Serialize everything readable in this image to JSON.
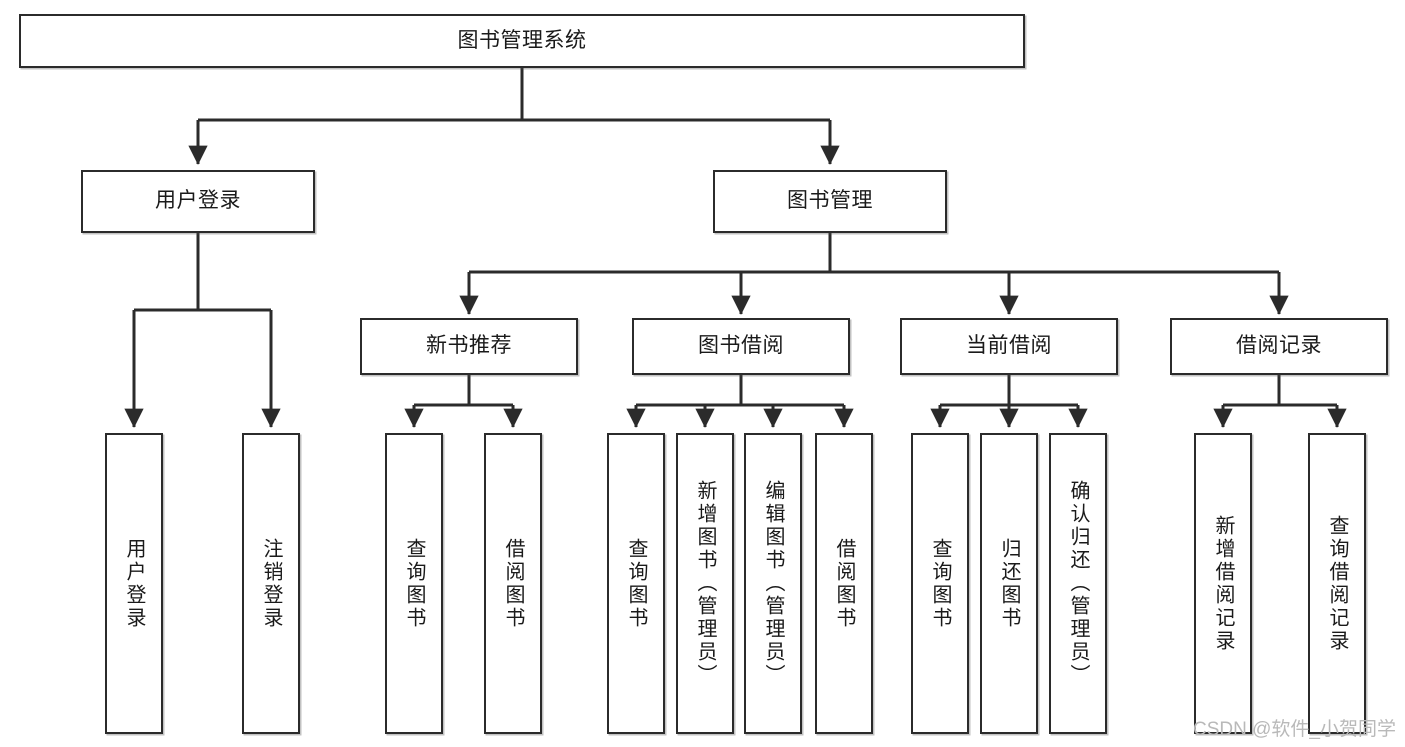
{
  "chart_data": {
    "type": "diagram",
    "diagram_kind": "tree-hierarchy",
    "title": "图书管理系统",
    "orientation": "top-down",
    "connector_style": "orthogonal-elbow-with-arrowheads",
    "nodes": [
      {
        "id": "root",
        "label": "图书管理系统",
        "level": 0,
        "text_direction": "horizontal"
      },
      {
        "id": "login",
        "label": "用户登录",
        "level": 1,
        "text_direction": "horizontal"
      },
      {
        "id": "bookmgmt",
        "label": "图书管理",
        "level": 1,
        "text_direction": "horizontal"
      },
      {
        "id": "newbook",
        "label": "新书推荐",
        "level": 2,
        "text_direction": "horizontal"
      },
      {
        "id": "borrow",
        "label": "图书借阅",
        "level": 2,
        "text_direction": "horizontal"
      },
      {
        "id": "current",
        "label": "当前借阅",
        "level": 2,
        "text_direction": "horizontal"
      },
      {
        "id": "record",
        "label": "借阅记录",
        "level": 2,
        "text_direction": "horizontal"
      },
      {
        "id": "login-1",
        "label": "用户登录",
        "level": 3,
        "text_direction": "vertical"
      },
      {
        "id": "login-2",
        "label": "注销登录",
        "level": 3,
        "text_direction": "vertical"
      },
      {
        "id": "newbook-1",
        "label": "查询图书",
        "level": 3,
        "text_direction": "vertical"
      },
      {
        "id": "newbook-2",
        "label": "借阅图书",
        "level": 3,
        "text_direction": "vertical"
      },
      {
        "id": "borrow-1",
        "label": "查询图书",
        "level": 3,
        "text_direction": "vertical"
      },
      {
        "id": "borrow-2",
        "label": "新增图书（管理员）",
        "level": 3,
        "text_direction": "vertical"
      },
      {
        "id": "borrow-3",
        "label": "编辑图书（管理员）",
        "level": 3,
        "text_direction": "vertical"
      },
      {
        "id": "borrow-4",
        "label": "借阅图书",
        "level": 3,
        "text_direction": "vertical"
      },
      {
        "id": "current-1",
        "label": "查询图书",
        "level": 3,
        "text_direction": "vertical"
      },
      {
        "id": "current-2",
        "label": "归还图书",
        "level": 3,
        "text_direction": "vertical"
      },
      {
        "id": "current-3",
        "label": "确认归还（管理员）",
        "level": 3,
        "text_direction": "vertical"
      },
      {
        "id": "record-1",
        "label": "新增借阅记录",
        "level": 3,
        "text_direction": "vertical"
      },
      {
        "id": "record-2",
        "label": "查询借阅记录",
        "level": 3,
        "text_direction": "vertical"
      }
    ],
    "edges": [
      {
        "from": "root",
        "to": "login"
      },
      {
        "from": "root",
        "to": "bookmgmt"
      },
      {
        "from": "login",
        "to": "login-1"
      },
      {
        "from": "login",
        "to": "login-2"
      },
      {
        "from": "bookmgmt",
        "to": "newbook"
      },
      {
        "from": "bookmgmt",
        "to": "borrow"
      },
      {
        "from": "bookmgmt",
        "to": "current"
      },
      {
        "from": "bookmgmt",
        "to": "record"
      },
      {
        "from": "newbook",
        "to": "newbook-1"
      },
      {
        "from": "newbook",
        "to": "newbook-2"
      },
      {
        "from": "borrow",
        "to": "borrow-1"
      },
      {
        "from": "borrow",
        "to": "borrow-2"
      },
      {
        "from": "borrow",
        "to": "borrow-3"
      },
      {
        "from": "borrow",
        "to": "borrow-4"
      },
      {
        "from": "current",
        "to": "current-1"
      },
      {
        "from": "current",
        "to": "current-2"
      },
      {
        "from": "current",
        "to": "current-3"
      },
      {
        "from": "record",
        "to": "record-1"
      },
      {
        "from": "record",
        "to": "record-2"
      }
    ],
    "colors": {
      "box_border": "#2b2b2b",
      "box_fill": "#ffffff",
      "connector": "#2b2b2b",
      "text": "#1a1a1a",
      "watermark": "#b9b9b9",
      "background": "#ffffff"
    }
  },
  "root": {
    "label": "图书管理系统"
  },
  "level1": {
    "login": {
      "label": "用户登录"
    },
    "bookmgmt": {
      "label": "图书管理"
    }
  },
  "level2": {
    "newbook": {
      "label": "新书推荐"
    },
    "borrow": {
      "label": "图书借阅"
    },
    "current": {
      "label": "当前借阅"
    },
    "record": {
      "label": "借阅记录"
    }
  },
  "leaves": {
    "login_1": {
      "label": "用户登录"
    },
    "login_2": {
      "label": "注销登录"
    },
    "newbook_1": {
      "label": "查询图书"
    },
    "newbook_2": {
      "label": "借阅图书"
    },
    "borrow_1": {
      "label": "查询图书"
    },
    "borrow_2": {
      "label": "新增图书（管理员）"
    },
    "borrow_3": {
      "label": "编辑图书（管理员）"
    },
    "borrow_4": {
      "label": "借阅图书"
    },
    "current_1": {
      "label": "查询图书"
    },
    "current_2": {
      "label": "归还图书"
    },
    "current_3": {
      "label": "确认归还（管理员）"
    },
    "record_1": {
      "label": "新增借阅记录"
    },
    "record_2": {
      "label": "查询借阅记录"
    }
  },
  "watermark": {
    "text": "CSDN @软件_小贺同学"
  }
}
